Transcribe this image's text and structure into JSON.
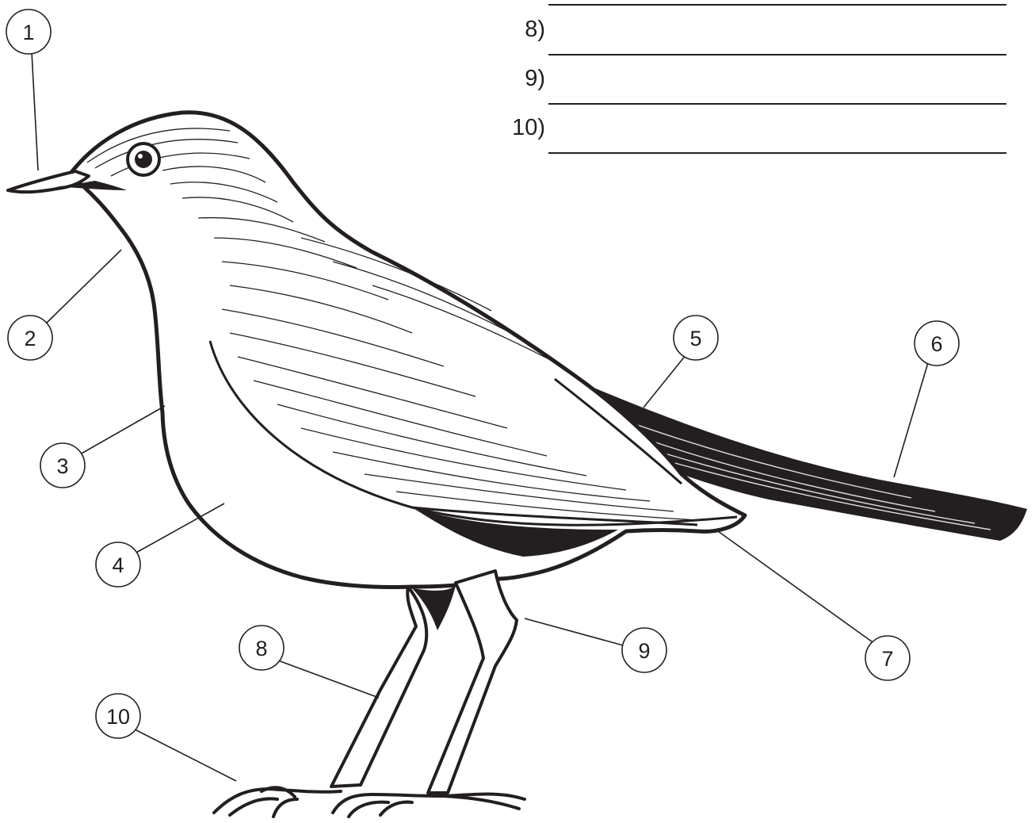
{
  "answer_lines": [
    {
      "label": "8)"
    },
    {
      "label": "9)"
    },
    {
      "label": "10)"
    }
  ],
  "callouts": [
    {
      "num": "1"
    },
    {
      "num": "2"
    },
    {
      "num": "3"
    },
    {
      "num": "4"
    },
    {
      "num": "5"
    },
    {
      "num": "6"
    },
    {
      "num": "7"
    },
    {
      "num": "8"
    },
    {
      "num": "9"
    },
    {
      "num": "10"
    }
  ],
  "colors": {
    "ink": "#231f20",
    "paper": "#ffffff"
  }
}
